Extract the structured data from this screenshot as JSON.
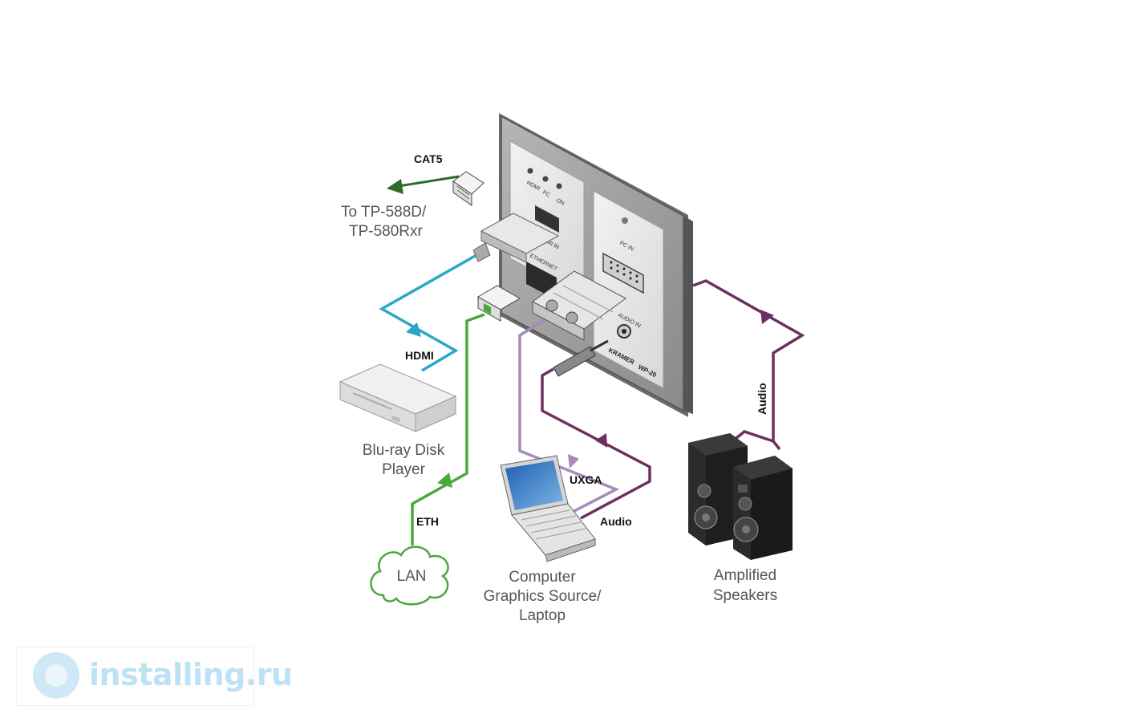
{
  "labels": {
    "cat5": "CAT5",
    "to_line1": "To TP-588D/",
    "to_line2": "TP-580Rxr",
    "hdmi_cable": "HDMI",
    "bluray_line1": "Blu-ray Disk",
    "bluray_line2": "Player",
    "eth": "ETH",
    "lan": "LAN",
    "uxga": "UXGA",
    "audio_laptop": "Audio",
    "audio_speakers": "Audio",
    "computer_line1": "Computer",
    "computer_line2": "Graphics Source/",
    "computer_line3": "Laptop",
    "speakers_line1": "Amplified",
    "speakers_line2": "Speakers"
  },
  "panel": {
    "led_hdmi": "HDMI",
    "led_pc": "PC",
    "led_on": "ON",
    "hdmi_in": "HDMI IN",
    "ethernet": "ETHERNET",
    "pc_in": "PC IN",
    "audio_in": "AUDIO IN",
    "brand": "KRAMER",
    "model": "WP-20"
  },
  "watermark": {
    "text": "installing.ru"
  },
  "colors": {
    "hdmi_cable": "#2aa7c9",
    "eth_cable": "#4aa83c",
    "vga_cable": "#a58bb8",
    "audio_cable": "#6e2f5e",
    "lan_outline": "#4aa83c",
    "panel": "#9a9a9a"
  },
  "icons": [
    "router-icon",
    "bluray-player-icon",
    "cloud-icon",
    "laptop-icon",
    "speaker-icon",
    "wall-plate-icon"
  ]
}
